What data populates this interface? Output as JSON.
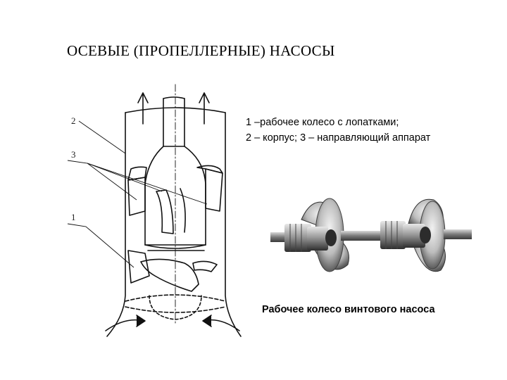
{
  "title": "ОСЕВЫЕ (ПРОПЕЛЛЕРНЫЕ) НАСОСЫ",
  "legend": {
    "line1": "1 –рабочее колесо с лопатками;",
    "line2": "2 – корпус; 3 – направляющий аппарат"
  },
  "callouts": {
    "n1": "1",
    "n2": "2",
    "n3": "3"
  },
  "photo_caption": "Рабочее колесо винтового насоса"
}
